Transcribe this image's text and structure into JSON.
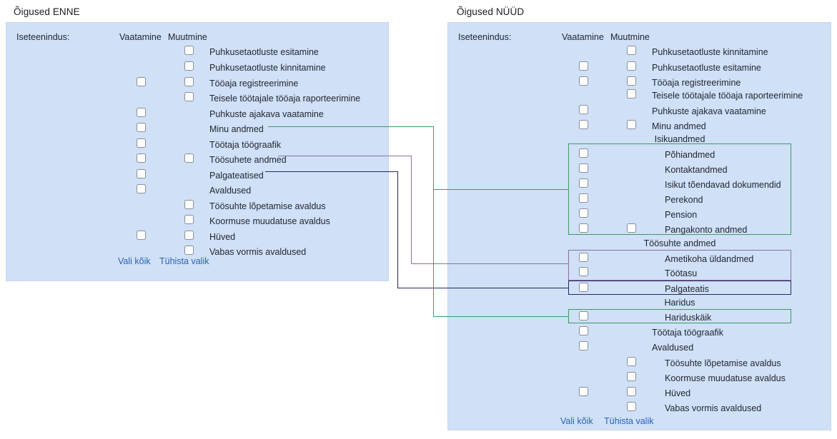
{
  "headings": {
    "before": "Õigused ENNE",
    "now": "Õigused NÜÜD"
  },
  "columns": {
    "module_label": "Iseteenindus:",
    "view": "Vaatamine",
    "edit": "Muutmine"
  },
  "footer_links": {
    "select_all": "Vali kõik",
    "clear": "Tühista valik"
  },
  "colors": {
    "panel_bg": "#cfe0f7",
    "checkbox_border": "#8b8f99",
    "link": "#2a62b5",
    "green": "#3c9b62",
    "purple": "#8d6e9d",
    "navy": "#272765"
  },
  "before_panel": {
    "rows": [
      {
        "label": "Puhkusetaotluste esitamine",
        "view": false,
        "edit": true,
        "indent": 1
      },
      {
        "label": "Puhkusetaotluste kinnitamine",
        "view": false,
        "edit": true,
        "indent": 1
      },
      {
        "label": "Tööaja registreerimine",
        "view": true,
        "edit": true,
        "indent": 1
      },
      {
        "label": "Teisele töötajale tööaja raporteerimine",
        "view": false,
        "edit": true,
        "indent": 1
      },
      {
        "label": "Puhkuste ajakava vaatamine",
        "view": true,
        "edit": false,
        "indent": 1
      },
      {
        "label": "Minu andmed",
        "view": true,
        "edit": false,
        "indent": 1
      },
      {
        "label": "Töötaja töögraafik",
        "view": true,
        "edit": false,
        "indent": 1
      },
      {
        "label": "Töösuhete andmed",
        "view": true,
        "edit": true,
        "indent": 1
      },
      {
        "label": "Palgateatised",
        "view": true,
        "edit": false,
        "indent": 1
      },
      {
        "label": "Avaldused",
        "view": true,
        "edit": false,
        "indent": 1
      },
      {
        "label": "Töösuhte lõpetamise avaldus",
        "view": false,
        "edit": true,
        "indent": 1
      },
      {
        "label": "Koormuse muudatuse avaldus",
        "view": false,
        "edit": true,
        "indent": 1
      },
      {
        "label": "Hüved",
        "view": true,
        "edit": true,
        "indent": 1
      },
      {
        "label": "Vabas vormis avaldused",
        "view": false,
        "edit": true,
        "indent": 1
      }
    ]
  },
  "now_panel": {
    "rows": [
      {
        "type": "row",
        "label": "Puhkusetaotluste kinnitamine",
        "view": false,
        "edit": true
      },
      {
        "type": "row",
        "label": "Puhkusetaotluste esitamine",
        "view": true,
        "edit": true
      },
      {
        "type": "row",
        "label": "Tööaja registreerimine",
        "view": true,
        "edit": true
      },
      {
        "type": "row",
        "label": "Teisele töötajale tööaja raporteerimine",
        "view": false,
        "edit": true
      },
      {
        "type": "row",
        "label": "Puhkuste ajakava vaatamine",
        "view": true,
        "edit": false
      },
      {
        "type": "row",
        "label": "Minu andmed",
        "view": true,
        "edit": true
      },
      {
        "type": "group-header",
        "label": "Isikuandmed"
      },
      {
        "type": "row",
        "label": "Põhiandmed",
        "view": true,
        "edit": false,
        "sub": true
      },
      {
        "type": "row",
        "label": "Kontaktandmed",
        "view": true,
        "edit": false,
        "sub": true
      },
      {
        "type": "row",
        "label": "Isikut tõendavad dokumendid",
        "view": true,
        "edit": false,
        "sub": true
      },
      {
        "type": "row",
        "label": "Perekond",
        "view": true,
        "edit": false,
        "sub": true
      },
      {
        "type": "row",
        "label": "Pension",
        "view": true,
        "edit": false,
        "sub": true
      },
      {
        "type": "row",
        "label": "Pangakonto andmed",
        "view": true,
        "edit": true,
        "sub": true
      },
      {
        "type": "group-header",
        "label": "Töösuhte andmed"
      },
      {
        "type": "row",
        "label": "Ametikoha üldandmed",
        "view": true,
        "edit": false,
        "sub": true
      },
      {
        "type": "row",
        "label": "Töötasu",
        "view": true,
        "edit": false,
        "sub": true
      },
      {
        "type": "row",
        "label": "Palgateatis",
        "view": true,
        "edit": false,
        "sub": true
      },
      {
        "type": "group-header",
        "label": "Haridus"
      },
      {
        "type": "row",
        "label": "Hariduskäik",
        "view": true,
        "edit": false,
        "sub": true
      },
      {
        "type": "row",
        "label": "Töötaja töögraafik",
        "view": true,
        "edit": false
      },
      {
        "type": "row",
        "label": "Avaldused",
        "view": true,
        "edit": false
      },
      {
        "type": "row",
        "label": "Töösuhte lõpetamise avaldus",
        "view": false,
        "edit": true
      },
      {
        "type": "row",
        "label": "Koormuse muudatuse avaldus",
        "view": false,
        "edit": true
      },
      {
        "type": "row",
        "label": "Hüved",
        "view": true,
        "edit": true
      },
      {
        "type": "row",
        "label": "Vabas vormis avaldused",
        "view": false,
        "edit": true
      }
    ]
  },
  "mappings": [
    {
      "from": "Minu andmed",
      "to": "Isikuandmed",
      "color": "green"
    },
    {
      "from": "Töösuhete andmed",
      "to": "Töösuhte andmed",
      "color": "purple"
    },
    {
      "from": "Palgateatised",
      "to": "Palgateatis",
      "color": "navy"
    },
    {
      "from": "Minu andmed",
      "to": "Haridus",
      "color": "green"
    }
  ]
}
